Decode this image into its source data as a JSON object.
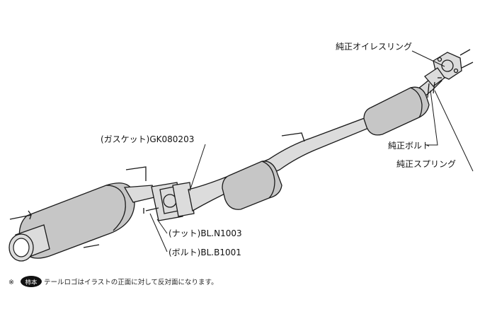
{
  "labels": {
    "oil_ring": "純正オイレスリング",
    "bolt_stock": "純正ボルト",
    "spring_stock": "純正スプリング",
    "gasket": "(ガスケット)GK080203",
    "nut": "(ナット)BL.N1003",
    "bolt": "(ボルト)BL.B1001"
  },
  "footnote": {
    "mark": "※",
    "logo_text": "柿本",
    "text": "テールロゴはイラストの正面に対して反対面になります。"
  }
}
